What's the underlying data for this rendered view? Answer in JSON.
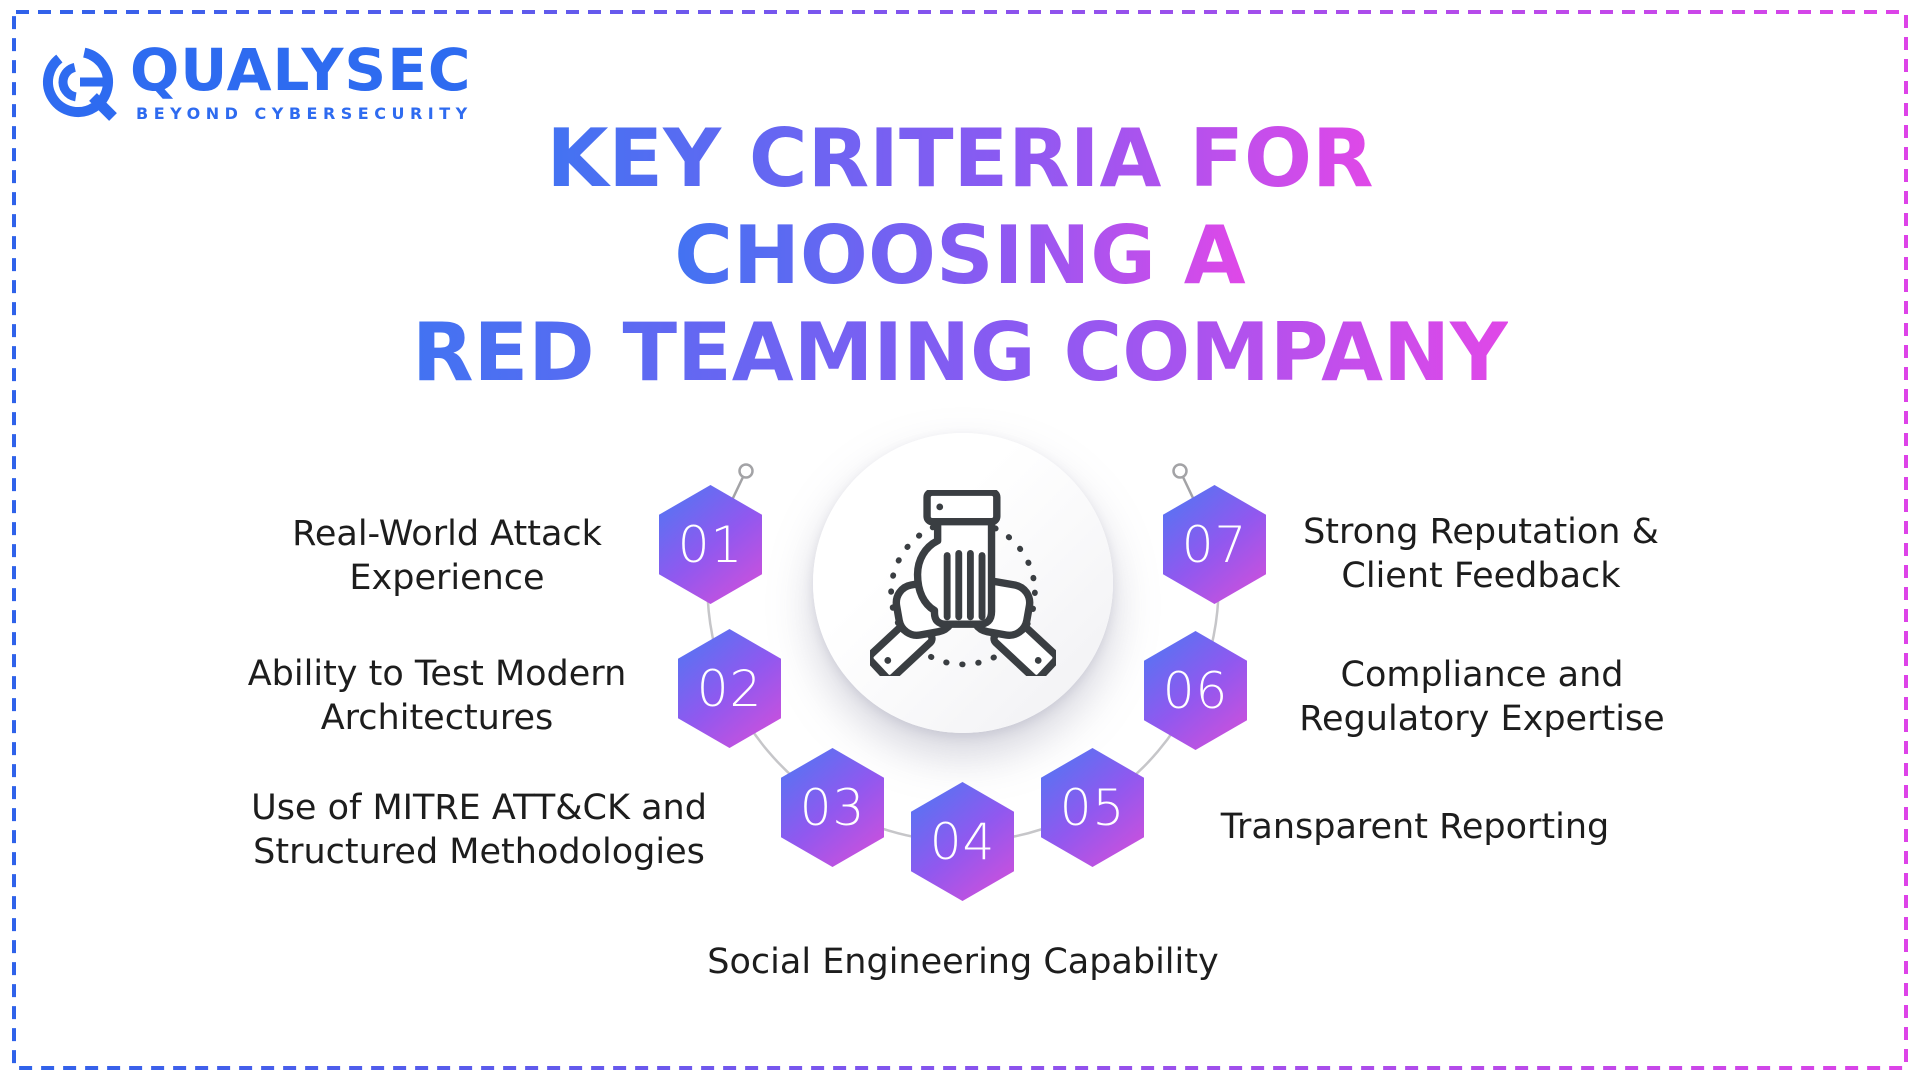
{
  "colors": {
    "brand-blue": "#2e6bf0",
    "border-from": "#2f62ea",
    "border-to": "#dd43e8",
    "title-from": "#4273f2",
    "title-via": "#8a5af2",
    "title-to": "#e048e8",
    "hex-from": "#4b79f3",
    "hex-mid": "#9158ef",
    "hex-to": "#d84fd8",
    "label-text": "#1d1d1d",
    "icon-stroke": "#3a3e42",
    "connector-gray": "#c6c6c9"
  },
  "logo": {
    "brand": "QUALYSEC",
    "tagline": "BEYOND CYBERSECURITY"
  },
  "title": {
    "lines": [
      "KEY CRITERIA FOR",
      "CHOOSING A",
      "RED TEAMING COMPANY"
    ]
  },
  "center_icon": "teamwork-hands",
  "items": [
    {
      "number": "01",
      "lines": [
        "Real-World Attack",
        "Experience"
      ]
    },
    {
      "number": "02",
      "lines": [
        "Ability to Test Modern",
        "Architectures"
      ]
    },
    {
      "number": "03",
      "lines": [
        "Use of MITRE ATT&CK and",
        "Structured Methodologies"
      ]
    },
    {
      "number": "04",
      "lines": [
        "Social Engineering Capability"
      ]
    },
    {
      "number": "05",
      "lines": [
        "Transparent Reporting"
      ]
    },
    {
      "number": "06",
      "lines": [
        "Compliance and",
        "Regulatory Expertise"
      ]
    },
    {
      "number": "07",
      "lines": [
        "Strong Reputation &",
        "Client Feedback"
      ]
    }
  ]
}
